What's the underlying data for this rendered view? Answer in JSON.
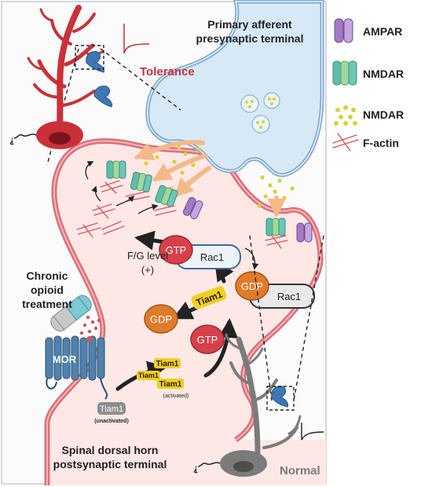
{
  "labels": {
    "presynaptic_line1": "Primary afferent",
    "presynaptic_line2": "presynaptic terminal",
    "tolerance": "Tolerance",
    "normal": "Normal",
    "postsynaptic_line1": "Spinal dorsal horn",
    "postsynaptic_line2": "postsynaptic terminal",
    "chronic_line1": "Chronic",
    "chronic_line2": "opioid",
    "chronic_line3": "treatment",
    "fg_level_line1": "F/G level",
    "fg_level_line2": "(+)",
    "mor": "MOR",
    "gtp": "GTP",
    "gdp": "GDP",
    "rac1": "Rac1",
    "tiam1": "Tiam1",
    "tiam1_unactivated_note": "(unactivated)",
    "tiam1_activated_note": "(activated)"
  },
  "legend": [
    {
      "label": "AMPAR",
      "icon": "ampar-icon"
    },
    {
      "label": "NMDAR",
      "icon": "nmdar-icon"
    },
    {
      "label": "NMDAR",
      "icon": "vesicle-dots-icon"
    },
    {
      "label": "F-actin",
      "icon": "f-actin-icon"
    }
  ],
  "colors": {
    "tolerance_red": "#c8313a",
    "normal_gray": "#7b7b7b",
    "membrane_red": "#d9737a",
    "cytoplasm": "#fde8e6",
    "presynaptic_fill": "#d7e9f7",
    "presynaptic_edge": "#7fa9d3",
    "gtp_red": "#d6404a",
    "gdp_orange": "#e07b2b",
    "tiam1_yellow": "#f3cf1a",
    "ampar_purple": "#a47ac6",
    "nmdar_teal": "#6cc7b6",
    "vesicle_yellow": "#d8d23b",
    "arrow_orange": "#f4b98a",
    "mor_blue": "#3d6f9a"
  }
}
